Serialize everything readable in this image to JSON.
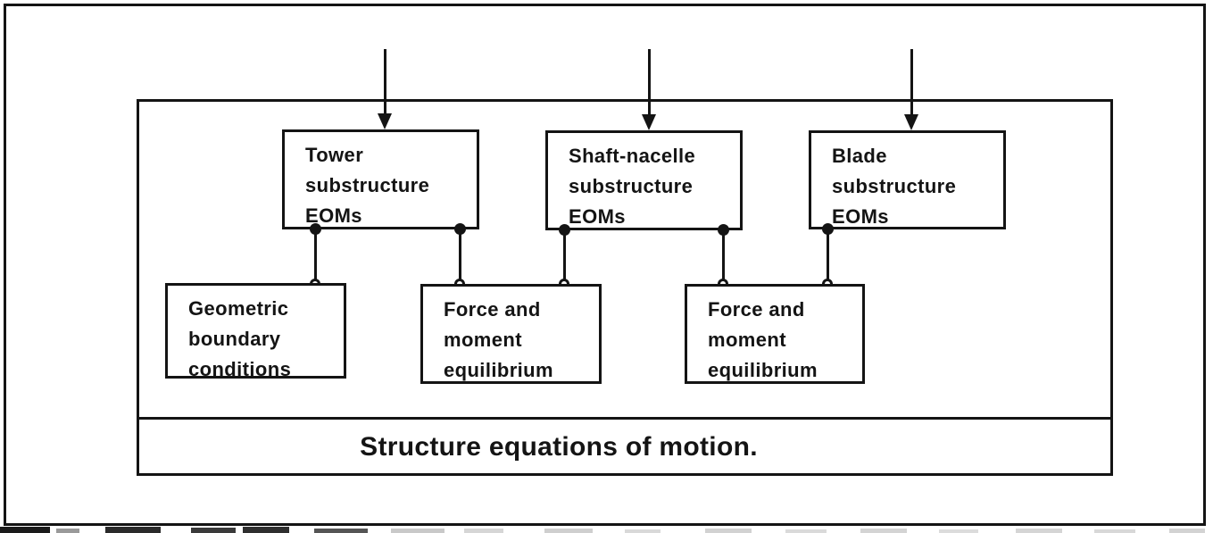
{
  "diagram": {
    "caption": "Structure equations of motion.",
    "eom_boxes": [
      {
        "id": "tower",
        "label_lines": [
          "Tower",
          "substructure",
          "EOMs"
        ]
      },
      {
        "id": "shaft-nacelle",
        "label_lines": [
          "Shaft-nacelle",
          "substructure",
          "EOMs"
        ]
      },
      {
        "id": "blade",
        "label_lines": [
          "Blade",
          "substructure",
          "EOMs"
        ]
      }
    ],
    "constraint_boxes": [
      {
        "id": "geometric-boundary",
        "label_lines": [
          "Geometric",
          "boundary",
          "conditions"
        ]
      },
      {
        "id": "force-moment-1",
        "label_lines": [
          "Force and",
          "moment",
          "equilibrium"
        ]
      },
      {
        "id": "force-moment-2",
        "label_lines": [
          "Force and",
          "moment",
          "equilibrium"
        ]
      }
    ],
    "colors": {
      "ink": "#141414",
      "paper": "#ffffff"
    }
  }
}
